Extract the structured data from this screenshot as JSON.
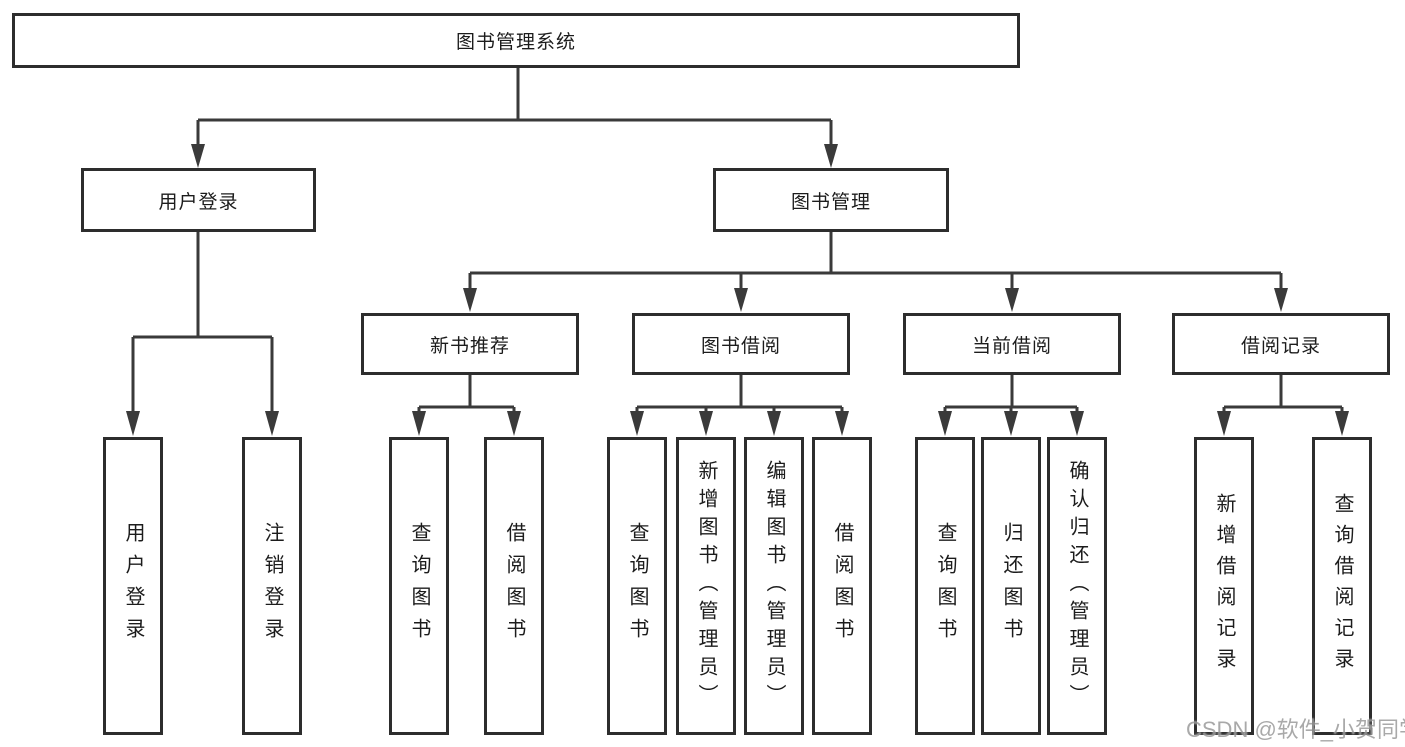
{
  "diagram": {
    "root": {
      "label": "图书管理系统"
    },
    "level2": [
      {
        "label": "用户登录"
      },
      {
        "label": "图书管理"
      }
    ],
    "level3": [
      {
        "label": "新书推荐"
      },
      {
        "label": "图书借阅"
      },
      {
        "label": "当前借阅"
      },
      {
        "label": "借阅记录"
      }
    ],
    "leaves": {
      "user_login": [
        {
          "label": "用户登录"
        },
        {
          "label": "注销登录"
        }
      ],
      "new_book": [
        {
          "label": "查询图书"
        },
        {
          "label": "借阅图书"
        }
      ],
      "book_borrow": [
        {
          "label": "查询图书"
        },
        {
          "label": "新增图书（管理员）"
        },
        {
          "label": "编辑图书（管理员）"
        },
        {
          "label": "借阅图书"
        }
      ],
      "current_borrow": [
        {
          "label": "查询图书"
        },
        {
          "label": "归还图书"
        },
        {
          "label": "确认归还（管理员）"
        }
      ],
      "records": [
        {
          "label": "新增借阅记录"
        },
        {
          "label": "查询借阅记录"
        }
      ]
    }
  },
  "watermark": "CSDN @软件_小贺同学",
  "colors": {
    "line": "#3a3a3a",
    "border": "#2d2d2d",
    "text": "#1c1c1c",
    "watermark": "#9b9b9b",
    "background": "#ffffff"
  }
}
